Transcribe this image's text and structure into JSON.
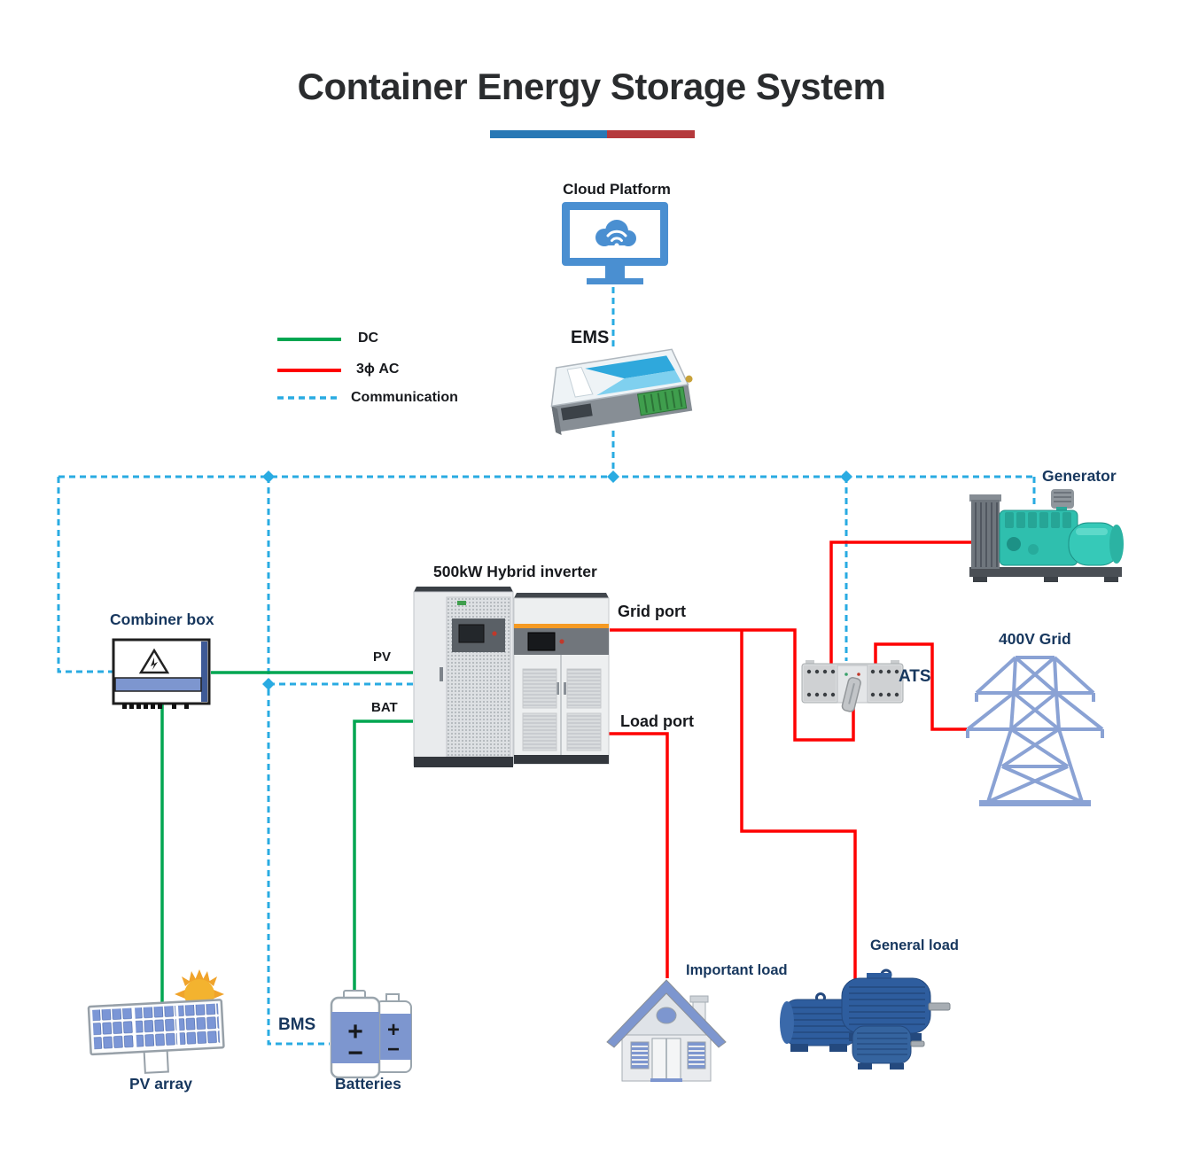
{
  "title": "Container Energy Storage System",
  "legend": {
    "items": [
      {
        "id": "dc",
        "label": "DC",
        "color": "#00a651",
        "style": "solid"
      },
      {
        "id": "ac",
        "label": "3ϕ AC",
        "color": "#fe0000",
        "style": "solid"
      },
      {
        "id": "communication",
        "label": "Communication",
        "color": "#29abe2",
        "style": "dashed"
      }
    ]
  },
  "nodes": {
    "cloud_platform": {
      "label": "Cloud Platform"
    },
    "ems": {
      "label": "EMS"
    },
    "combiner_box": {
      "label": "Combiner box"
    },
    "inverter": {
      "label": "500kW Hybrid inverter"
    },
    "pv_port": {
      "label": "PV"
    },
    "bat_port": {
      "label": "BAT"
    },
    "grid_port": {
      "label": "Grid port"
    },
    "load_port": {
      "label": "Load port"
    },
    "ats": {
      "label": "ATS"
    },
    "generator": {
      "label": "Generator"
    },
    "grid": {
      "label": "400V Grid"
    },
    "bms": {
      "label": "BMS"
    },
    "batteries": {
      "label": "Batteries",
      "plus": "+",
      "minus": "−"
    },
    "pv_array": {
      "label": "PV array"
    },
    "important_load": {
      "label": "Important load"
    },
    "general_load": {
      "label": "General load"
    }
  },
  "connections": [
    {
      "from": "cloud_platform",
      "to": "ems",
      "type": "communication"
    },
    {
      "from": "ems",
      "to": "comm_bus",
      "type": "communication"
    },
    {
      "from": "comm_bus",
      "to": "combiner_box",
      "type": "communication"
    },
    {
      "from": "comm_bus",
      "to": "inverter",
      "type": "communication"
    },
    {
      "from": "comm_bus",
      "to": "batteries_bms",
      "type": "communication"
    },
    {
      "from": "comm_bus",
      "to": "ats",
      "type": "communication"
    },
    {
      "from": "comm_bus",
      "to": "generator",
      "type": "communication"
    },
    {
      "from": "pv_array",
      "to": "combiner_box",
      "type": "dc"
    },
    {
      "from": "combiner_box",
      "to": "inverter_pv",
      "type": "dc"
    },
    {
      "from": "batteries",
      "to": "inverter_bat",
      "type": "dc"
    },
    {
      "from": "inverter_grid_port",
      "to": "ats",
      "type": "ac"
    },
    {
      "from": "inverter_grid_port",
      "to": "general_load",
      "type": "ac"
    },
    {
      "from": "inverter_load_port",
      "to": "important_load",
      "type": "ac"
    },
    {
      "from": "generator",
      "to": "ats",
      "type": "ac"
    },
    {
      "from": "ats",
      "to": "grid",
      "type": "ac"
    }
  ],
  "colors": {
    "dc": "#00a651",
    "ac": "#fe0000",
    "communication": "#29abe2",
    "divider_blue": "#2878b5",
    "divider_red": "#b5393c",
    "label_navy": "#17375e"
  }
}
